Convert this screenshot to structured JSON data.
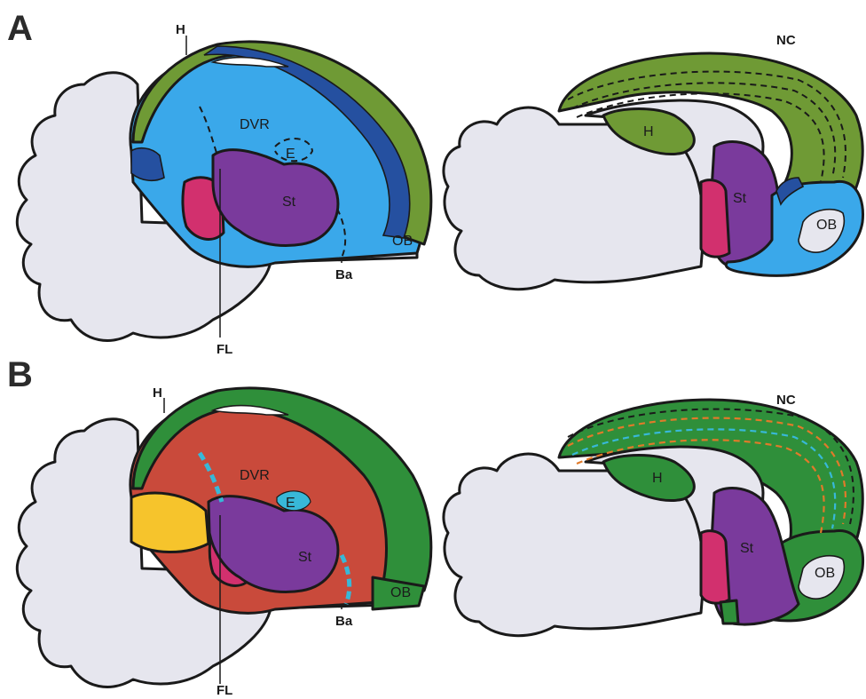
{
  "panels": [
    {
      "letter": "A",
      "left_labels": {
        "h": "H",
        "dvr": "DVR",
        "e": "E",
        "st": "St",
        "ob": "OB",
        "ba": "Ba",
        "fl": "FL"
      },
      "right_labels": {
        "nc": "NC",
        "h": "H",
        "st": "St",
        "ob": "OB"
      }
    },
    {
      "letter": "B",
      "left_labels": {
        "h": "H",
        "dvr": "DVR",
        "e": "E",
        "st": "St",
        "ob": "OB",
        "ba": "Ba",
        "fl": "FL"
      },
      "right_labels": {
        "nc": "NC",
        "h": "H",
        "st": "St",
        "ob": "OB"
      }
    }
  ],
  "colors": {
    "brain": "#e6e6ee",
    "green_light": "#6f9a35",
    "green": "#2f8f3a",
    "blue_light": "#3aa8ea",
    "blue_dark": "#2550a0",
    "purple": "#7a3a9c",
    "magenta": "#d2306e",
    "red": "#c94a3b",
    "yellow": "#f6c42c",
    "dash_orange": "#e07a2a",
    "dash_cyan": "#38b8d8"
  }
}
